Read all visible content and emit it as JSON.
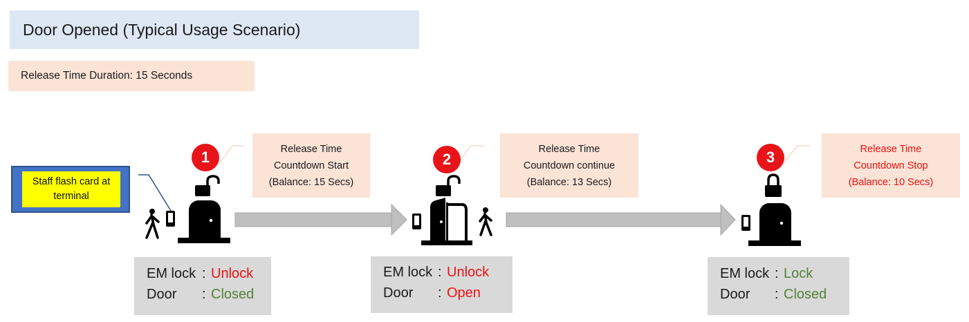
{
  "title": "Door Opened (Typical Usage Scenario)",
  "release_duration": "Release Time Duration: 15 Seconds",
  "staff_note": "Staff flash card at terminal",
  "steps": [
    {
      "number": "1",
      "note_lines": [
        "Release Time",
        "Countdown Start",
        "(Balance: 15 Secs)"
      ],
      "em_lock_label": "EM lock",
      "em_lock_value": "Unlock",
      "door_label": "Door",
      "door_value": "Closed"
    },
    {
      "number": "2",
      "note_lines": [
        "Release Time",
        "Countdown continue",
        "(Balance: 13 Secs)"
      ],
      "em_lock_label": "EM lock",
      "em_lock_value": "Unlock",
      "door_label": "Door",
      "door_value": "Open"
    },
    {
      "number": "3",
      "note_lines": [
        "Release Time",
        "Countdown Stop",
        "(Balance: 10 Secs)"
      ],
      "em_lock_label": "EM lock",
      "em_lock_value": "Lock",
      "door_label": "Door",
      "door_value": "Closed"
    }
  ],
  "colors": {
    "badge": "#e8141a",
    "unlock_open": "#ee1111",
    "lock_closed": "#548235",
    "note_bg": "#fbe3d6",
    "title_bg": "#dde8f4",
    "arrow": "#bfbfbf"
  }
}
